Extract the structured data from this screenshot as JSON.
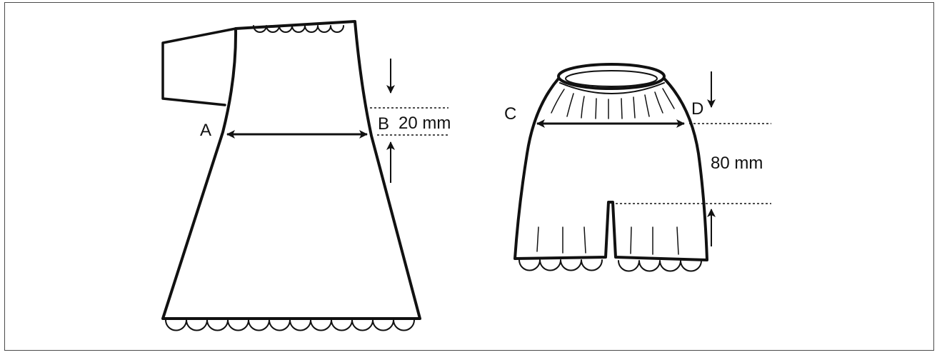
{
  "labels": {
    "a": "A",
    "b": "B",
    "c": "C",
    "d": "D"
  },
  "measurements": {
    "dress_offset": "20 mm",
    "shorts_offset": "80 mm"
  },
  "colors": {
    "ink": "#111111",
    "frame": "#4a4a4a"
  }
}
